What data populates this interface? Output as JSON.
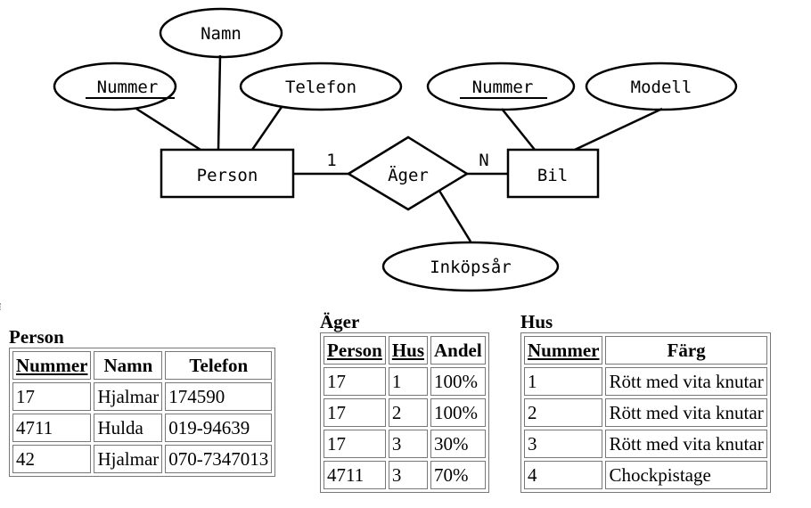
{
  "diagram": {
    "entities": {
      "person": "Person",
      "bil": "Bil"
    },
    "relationship": "Äger",
    "attributes": {
      "namn": "Namn",
      "person_nummer": "Nummer",
      "telefon": "Telefon",
      "bil_nummer": "Nummer",
      "modell": "Modell",
      "inkopsar": "Inköpsår"
    },
    "cardinality": {
      "left": "1",
      "right": "N"
    }
  },
  "tables": {
    "person": {
      "caption": "Person",
      "headers": [
        "Nummer",
        "Namn",
        "Telefon"
      ],
      "key_cols": [
        0
      ],
      "rows": [
        [
          "17",
          "Hjalmar",
          "174590"
        ],
        [
          "4711",
          "Hulda",
          "019-94639"
        ],
        [
          "42",
          "Hjalmar",
          "070-7347013"
        ]
      ]
    },
    "ager": {
      "caption": "Äger",
      "headers": [
        "Person",
        "Hus",
        "Andel"
      ],
      "key_cols": [
        0,
        1
      ],
      "rows": [
        [
          "17",
          "1",
          "100%"
        ],
        [
          "17",
          "2",
          "100%"
        ],
        [
          "17",
          "3",
          "30%"
        ],
        [
          "4711",
          "3",
          "70%"
        ]
      ]
    },
    "hus": {
      "caption": "Hus",
      "headers": [
        "Nummer",
        "Färg"
      ],
      "key_cols": [
        0
      ],
      "rows": [
        [
          "1",
          "Rött med vita knutar"
        ],
        [
          "2",
          "Rött med vita knutar"
        ],
        [
          "3",
          "Rött med vita knutar"
        ],
        [
          "4",
          "Chockpistage"
        ]
      ]
    }
  }
}
